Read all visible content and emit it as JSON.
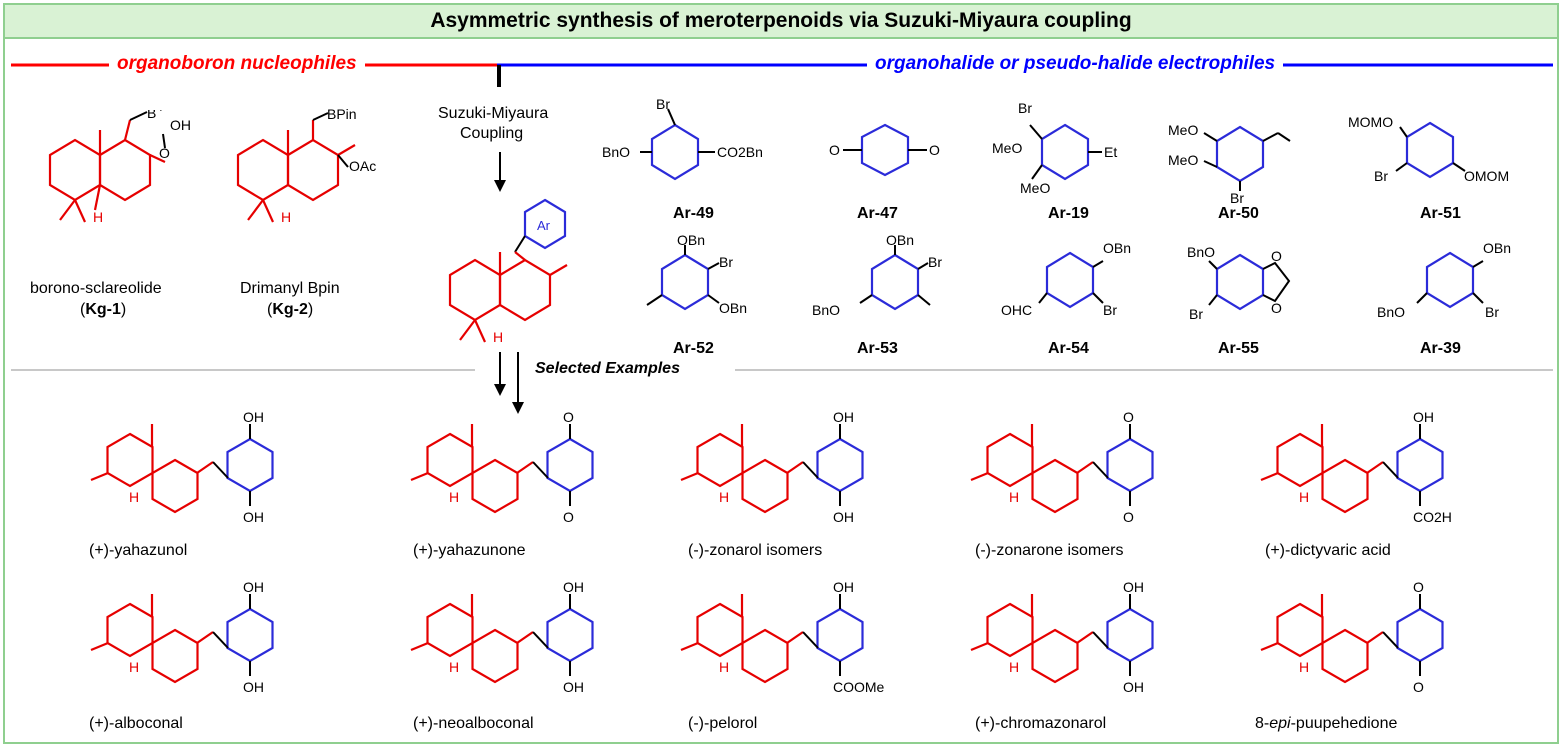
{
  "title": "Asymmetric synthesis of meroterpenoids via Suzuki-Miyaura coupling",
  "colors": {
    "frame": "#8fcf8f",
    "title_bg": "#d9f2d4",
    "nucleophile": "#ff0000",
    "electrophile": "#0000ff",
    "terpene": "#e60000",
    "aryl": "#2b2bd9"
  },
  "sections": {
    "nucleophiles": "organoboron nucleophiles",
    "electrophiles": "organohalide or pseudo-halide electrophiles",
    "examples": "Selected Examples"
  },
  "coupling": {
    "line1": "Suzuki-Miyaura",
    "line2": "Coupling",
    "ring_label": "Ar"
  },
  "nucleophiles": [
    {
      "name": "borono-sclareolide",
      "code": "Kg-1",
      "boron_label": "B",
      "oh_label": "OH",
      "o_label": "O"
    },
    {
      "name": "Drimanyl Bpin",
      "code": "Kg-2",
      "boron_label": "BPin",
      "oac_label": "OAc"
    }
  ],
  "electrophiles": [
    {
      "code": "Ar-49",
      "subs": [
        "Br",
        "BnO",
        "CO2Bn"
      ]
    },
    {
      "code": "Ar-47",
      "subs": [
        "O",
        "O"
      ]
    },
    {
      "code": "Ar-19",
      "subs": [
        "Br",
        "MeO",
        "Et",
        "MeO"
      ]
    },
    {
      "code": "Ar-50",
      "subs": [
        "MeO",
        "MeO",
        "Br"
      ]
    },
    {
      "code": "Ar-51",
      "subs": [
        "MOMO",
        "Br",
        "OMOM"
      ]
    },
    {
      "code": "Ar-52",
      "subs": [
        "OBn",
        "Br",
        "OBn"
      ]
    },
    {
      "code": "Ar-53",
      "subs": [
        "OBn",
        "Br",
        "BnO"
      ]
    },
    {
      "code": "Ar-54",
      "subs": [
        "OBn",
        "OHC",
        "Br"
      ]
    },
    {
      "code": "Ar-55",
      "subs": [
        "BnO",
        "Br",
        "O",
        "O"
      ]
    },
    {
      "code": "Ar-39",
      "subs": [
        "OBn",
        "BnO",
        "Br"
      ]
    }
  ],
  "examples": [
    {
      "name": "(+)-yahazunol"
    },
    {
      "name": "(+)-yahazunone"
    },
    {
      "name": "(-)-zonarol isomers"
    },
    {
      "name": "(-)-zonarone isomers"
    },
    {
      "name": "(+)-dictyvaric acid"
    },
    {
      "name": "(+)-alboconal"
    },
    {
      "name": "(+)-neoalboconal"
    },
    {
      "name": "(-)-pelorol"
    },
    {
      "name": "(+)-chromazonarol"
    },
    {
      "name_prefix": "8-",
      "name_italic": "epi",
      "name_suffix": "-puupehedione"
    }
  ],
  "atom_labels": {
    "oh": "OH",
    "o": "O",
    "h": "H",
    "co2h": "CO2H",
    "coome": "COOMe"
  }
}
